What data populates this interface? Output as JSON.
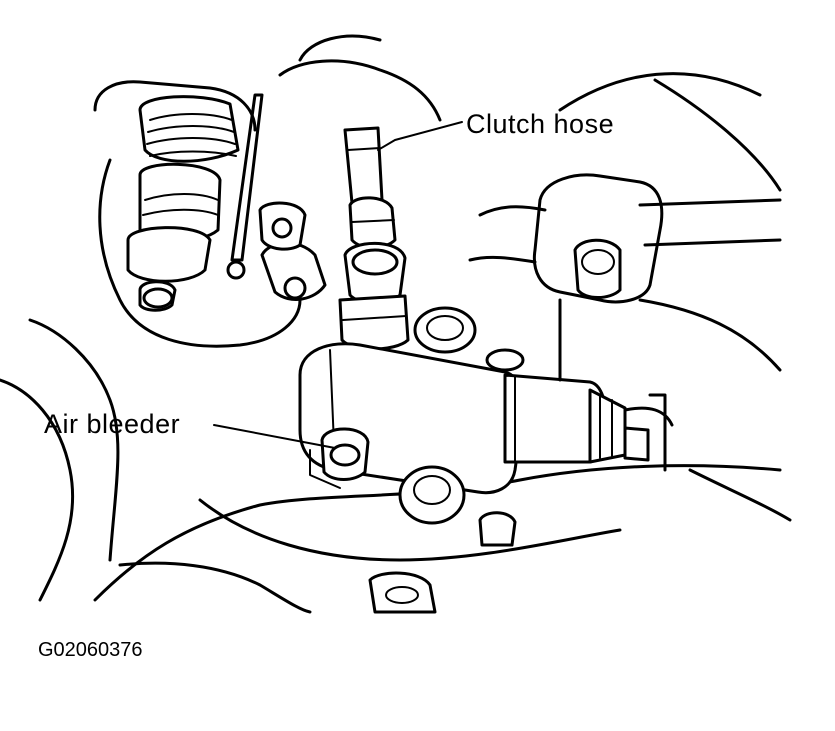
{
  "callouts": {
    "clutch_hose": "Clutch hose",
    "air_bleeder": "Air bleeder"
  },
  "figure_id": "G02060376"
}
